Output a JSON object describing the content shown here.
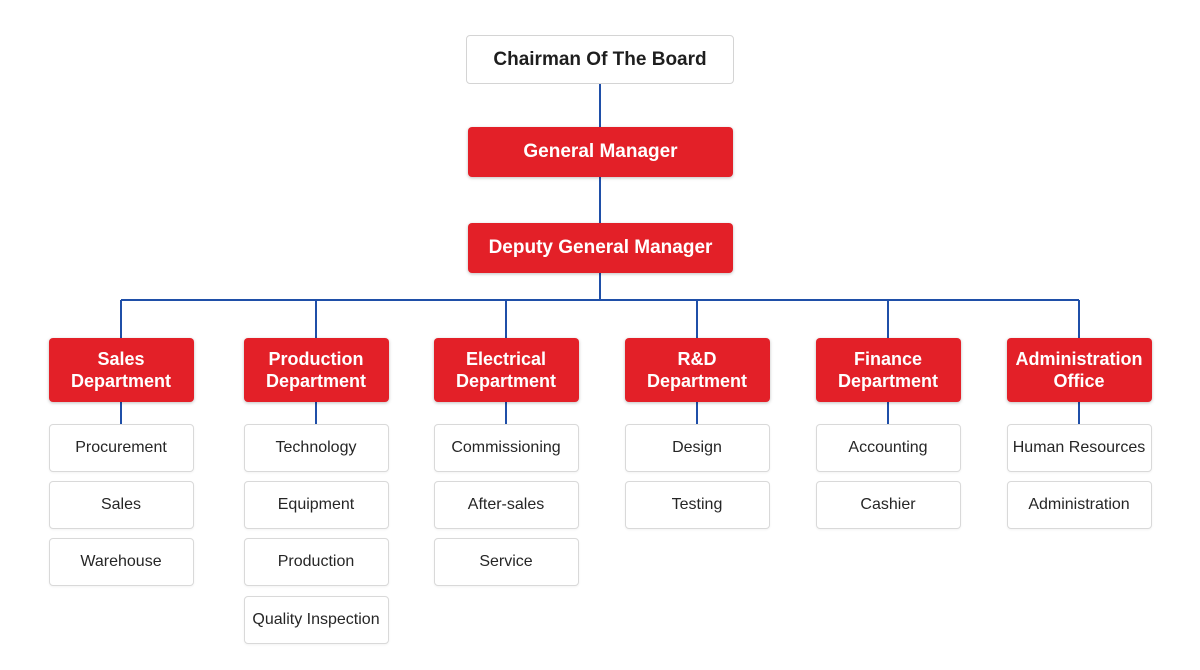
{
  "chart_title": "",
  "top": {
    "label": "Chairman Of The Board"
  },
  "general_manager": {
    "label": "General Manager"
  },
  "deputy_general_manager": {
    "label": "Deputy General Manager"
  },
  "colors": {
    "accent_red": "#e32028",
    "connector_blue": "#1f4fa8"
  },
  "departments": [
    {
      "label": "Sales Department",
      "units": [
        "Procurement",
        "Sales",
        "Warehouse"
      ]
    },
    {
      "label": "Production Department",
      "units": [
        "Technology",
        "Equipment",
        "Production",
        "Quality Inspection"
      ]
    },
    {
      "label": "Electrical Department",
      "units": [
        "Commissioning",
        "After-sales",
        "Service"
      ]
    },
    {
      "label": "R&D Department",
      "units": [
        "Design",
        "Testing"
      ]
    },
    {
      "label": "Finance Department",
      "units": [
        "Accounting",
        "Cashier"
      ]
    },
    {
      "label": "Administration Office",
      "units": [
        "Human Resources",
        "Administration"
      ]
    }
  ]
}
